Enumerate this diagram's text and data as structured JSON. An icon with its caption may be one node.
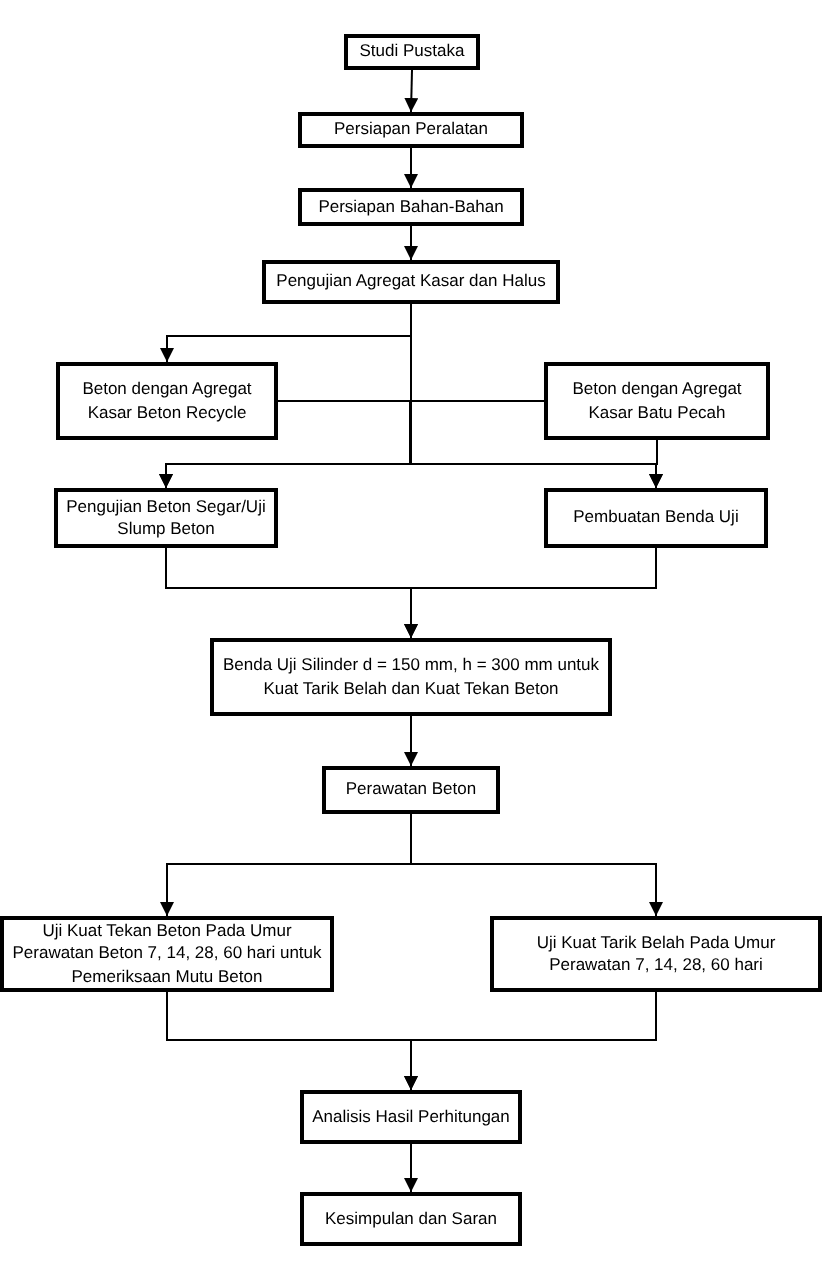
{
  "diagram": {
    "nodes": [
      {
        "text": [
          "Studi Pustaka"
        ]
      },
      {
        "text": [
          "Persiapan Peralatan"
        ]
      },
      {
        "text": [
          "Persiapan Bahan-Bahan"
        ]
      },
      {
        "text": [
          "Pengujian Agregat Kasar dan Halus"
        ]
      },
      {
        "text": [
          "Beton dengan Agregat Kasar Beton Recycle"
        ]
      },
      {
        "text": [
          "Beton dengan Agregat Kasar Batu Pecah"
        ]
      },
      {
        "text": [
          "Pengujian Beton Segar/Uji Slump Beton"
        ]
      },
      {
        "text": [
          "Pembuatan Benda Uji"
        ]
      },
      {
        "text": [
          "Benda Uji Silinder d = 150 mm, h = 300 mm untuk Kuat Tarik Belah dan Kuat Tekan Beton"
        ]
      },
      {
        "text": [
          "Perawatan Beton"
        ]
      },
      {
        "text": [
          "Uji Kuat Tekan Beton Pada Umur Perawatan Beton 7, 14, 28, 60 hari untuk Pemeriksaan Mutu Beton"
        ]
      },
      {
        "text": [
          "Uji Kuat Tarik Belah Pada Umur Perawatan 7, 14, 28, 60 hari"
        ]
      },
      {
        "text": [
          "Analisis Hasil Perhitungan"
        ]
      },
      {
        "text": [
          "Kesimpulan dan Saran"
        ]
      }
    ],
    "edges": [
      {
        "from": 0,
        "to": 1,
        "arrow": "to"
      },
      {
        "from": 1,
        "to": 2,
        "arrow": "to"
      },
      {
        "from": 2,
        "to": 3,
        "arrow": "to"
      },
      {
        "from": 3,
        "to": 4,
        "arrow": "to"
      },
      {
        "from": 3,
        "to": 5,
        "arrow": "to"
      },
      {
        "from": 4,
        "to": 6,
        "arrow": "to"
      },
      {
        "from": 4,
        "to": 7,
        "arrow": "to"
      },
      {
        "from": 5,
        "to": 6,
        "arrow": "to"
      },
      {
        "from": 5,
        "to": 7,
        "arrow": "to"
      },
      {
        "from": 6,
        "to": 8,
        "arrow": "to"
      },
      {
        "from": 7,
        "to": 8,
        "arrow": "to"
      },
      {
        "from": 8,
        "to": 9,
        "arrow": "to"
      },
      {
        "from": 9,
        "to": 10,
        "arrow": "to"
      },
      {
        "from": 9,
        "to": 11,
        "arrow": "to"
      },
      {
        "from": 10,
        "to": 12,
        "arrow": "to"
      },
      {
        "from": 11,
        "to": 12,
        "arrow": "to"
      },
      {
        "from": 12,
        "to": 13,
        "arrow": "to"
      }
    ]
  }
}
